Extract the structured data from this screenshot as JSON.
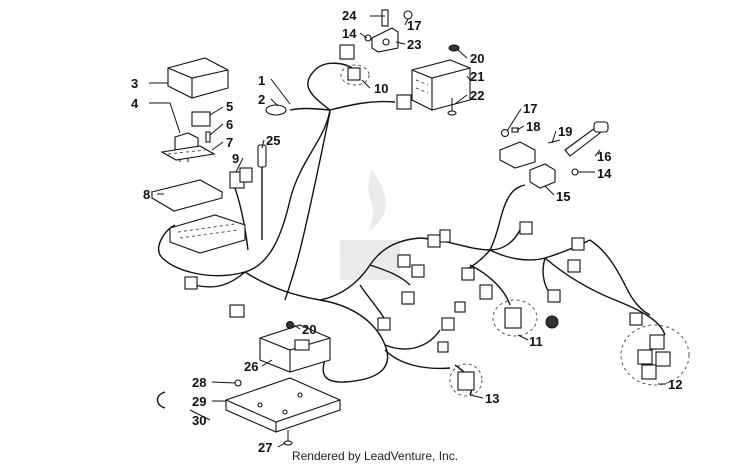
{
  "callouts": [
    {
      "id": "c1",
      "label": "1"
    },
    {
      "id": "c2",
      "label": "2"
    },
    {
      "id": "c3",
      "label": "3"
    },
    {
      "id": "c4",
      "label": "4"
    },
    {
      "id": "c5",
      "label": "5"
    },
    {
      "id": "c6",
      "label": "6"
    },
    {
      "id": "c7",
      "label": "7"
    },
    {
      "id": "c8",
      "label": "8"
    },
    {
      "id": "c9",
      "label": "9"
    },
    {
      "id": "c10",
      "label": "10"
    },
    {
      "id": "c11",
      "label": "11"
    },
    {
      "id": "c12",
      "label": "12"
    },
    {
      "id": "c13",
      "label": "13"
    },
    {
      "id": "c14a",
      "label": "14"
    },
    {
      "id": "c14b",
      "label": "14"
    },
    {
      "id": "c15",
      "label": "15"
    },
    {
      "id": "c16",
      "label": "16"
    },
    {
      "id": "c17a",
      "label": "17"
    },
    {
      "id": "c17b",
      "label": "17"
    },
    {
      "id": "c18",
      "label": "18"
    },
    {
      "id": "c19",
      "label": "19"
    },
    {
      "id": "c20a",
      "label": "20"
    },
    {
      "id": "c20b",
      "label": "20"
    },
    {
      "id": "c21",
      "label": "21"
    },
    {
      "id": "c22",
      "label": "22"
    },
    {
      "id": "c23",
      "label": "23"
    },
    {
      "id": "c24",
      "label": "24"
    },
    {
      "id": "c25",
      "label": "25"
    },
    {
      "id": "c26",
      "label": "26"
    },
    {
      "id": "c27",
      "label": "27"
    },
    {
      "id": "c28",
      "label": "28"
    },
    {
      "id": "c29",
      "label": "29"
    },
    {
      "id": "c30",
      "label": "30"
    }
  ],
  "footer": {
    "text": "Rendered by LeadVenture, Inc."
  }
}
